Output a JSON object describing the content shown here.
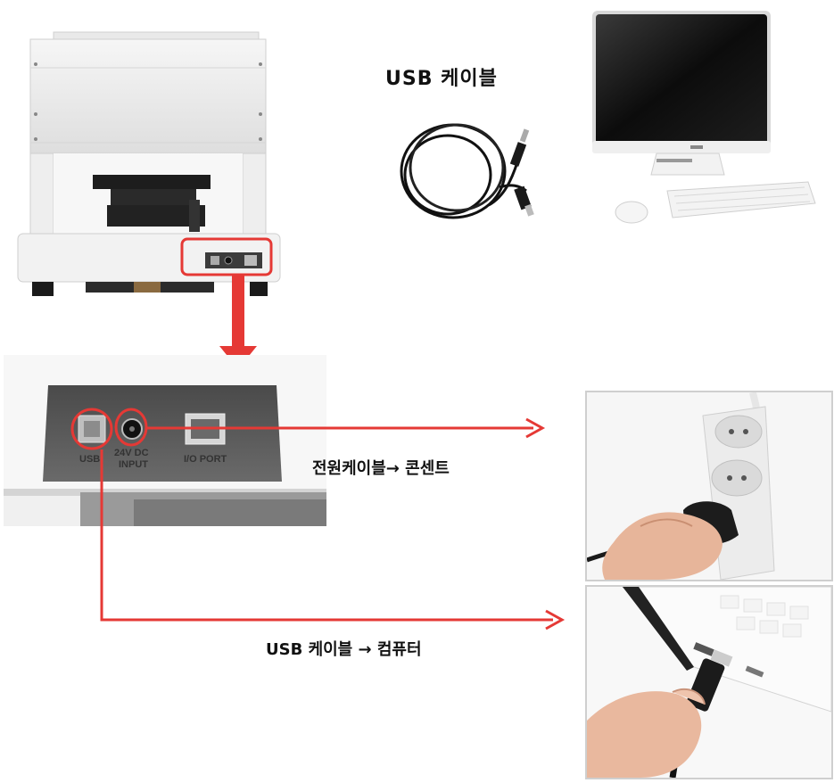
{
  "captions": {
    "usb_cable": "USB 케이블",
    "power_to_outlet": "전원케이블→ 콘센트",
    "usb_to_computer": "USB 케이블 → 컴퓨터"
  },
  "port_labels": {
    "usb": "USB",
    "dc_input_line1": "24V DC",
    "dc_input_line2": "INPUT",
    "io_port": "I/O PORT"
  },
  "colors": {
    "highlight": "#e53935",
    "device_body": "#ececec",
    "panel_dark": "#5a5a5a"
  },
  "icons": [
    "printer-device",
    "usb-cable-coil",
    "desktop-computer",
    "power-socket-photo",
    "laptop-usb-photo"
  ]
}
